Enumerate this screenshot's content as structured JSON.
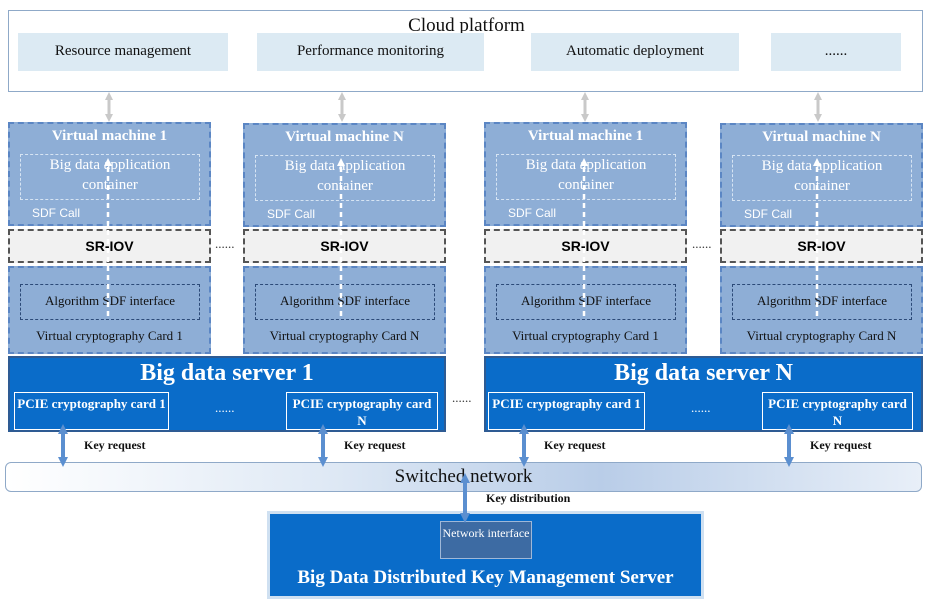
{
  "cloud": {
    "title": "Cloud platform",
    "modules": [
      "Resource management",
      "Performance monitoring",
      "Automatic deployment",
      "......"
    ]
  },
  "vm_titles": [
    "Virtual machine 1",
    "Virtual machine N",
    "Virtual machine 1",
    "Virtual machine N"
  ],
  "container_label": "Big data application container",
  "sdf_call": "SDF Call",
  "sriov": "SR-IOV",
  "algorithm": "Algorithm SDF interface",
  "vcc_labels": [
    "Virtual cryptography Card 1",
    "Virtual cryptography Card N",
    "Virtual cryptography Card 1",
    "Virtual cryptography Card N"
  ],
  "servers": [
    {
      "title": "Big data server 1",
      "pcie": [
        "PCIE cryptography card 1",
        "PCIE cryptography card N"
      ]
    },
    {
      "title": "Big data server N",
      "pcie": [
        "PCIE cryptography card 1",
        "PCIE cryptography card N"
      ]
    }
  ],
  "dots": "......",
  "key_request": "Key request",
  "network": "Switched network",
  "key_distribution": "Key distribution",
  "kms": {
    "title": "Big Data Distributed Key Management Server",
    "network_interface": "Network interface"
  },
  "colors": {
    "server_blue": "#0a6cc9",
    "vm_blue": "#8eaed6",
    "arrow_blue": "#5b8fd0"
  }
}
